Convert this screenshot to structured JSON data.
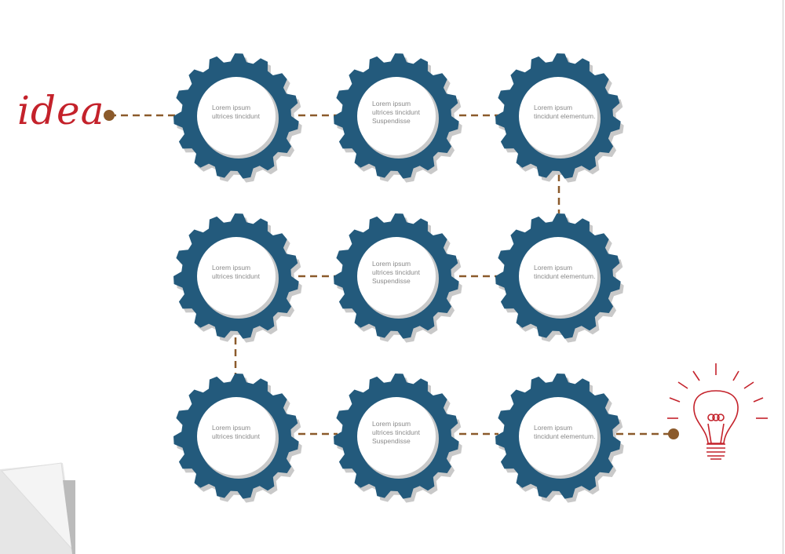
{
  "title": "idea",
  "colors": {
    "gear": "#235a7c",
    "shadow": "#c9c9c9",
    "connector": "#8b5a2b",
    "accent": "#c4222b"
  },
  "gears": [
    {
      "lines": [
        "Lorem ipsum",
        "ultrices tincidunt"
      ]
    },
    {
      "lines": [
        "Lorem ipsum",
        "ultrices tincidunt",
        "Suspendisse"
      ]
    },
    {
      "lines": [
        "Lorem ipsum",
        "tincidunt elementum."
      ]
    },
    {
      "lines": [
        "Lorem ipsum",
        "ultrices tincidunt"
      ]
    },
    {
      "lines": [
        "Lorem ipsum",
        "ultrices tincidunt",
        "Suspendisse"
      ]
    },
    {
      "lines": [
        "Lorem ipsum",
        "tincidunt elementum."
      ]
    },
    {
      "lines": [
        "Lorem ipsum",
        "ultrices tincidunt"
      ]
    },
    {
      "lines": [
        "Lorem ipsum",
        "ultrices tincidunt",
        "Suspendisse"
      ]
    },
    {
      "lines": [
        "Lorem ipsum",
        "tincidunt elementum."
      ]
    }
  ],
  "end_icon": "lightbulb-icon"
}
